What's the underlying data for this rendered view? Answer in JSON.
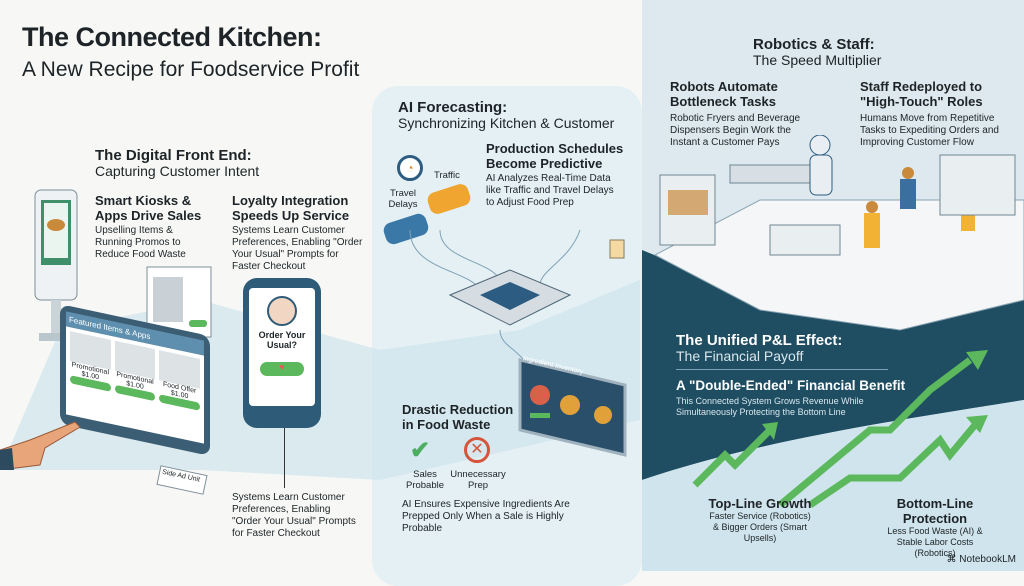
{
  "title": {
    "main": "The Connected Kitchen:",
    "subtitle": "A New Recipe for Foodservice Profit"
  },
  "front_end": {
    "heading": "The Digital Front End:",
    "subheading": "Capturing Customer Intent",
    "kiosks": {
      "title": "Smart Kiosks & Apps Drive Sales",
      "body": "Upselling Items & Running Promos to Reduce Food Waste"
    },
    "loyalty": {
      "title": "Loyalty Integration Speeds Up Service",
      "body": "Systems Learn Customer Preferences, Enabling \"Order Your Usual\" Prompts for Faster Checkout"
    },
    "tablet": {
      "header": "Featured Items & Apps",
      "items": [
        {
          "name": "Promotional",
          "price": "$1.00"
        },
        {
          "name": "Promotional",
          "price": "$1.00"
        },
        {
          "name": "Food Offer",
          "price": "$1.00"
        }
      ],
      "side_ad": "Side Ad Unit"
    },
    "phone": {
      "prompt": "Order Your Usual?"
    },
    "callout": "Systems Learn Customer Preferences, Enabling \"Order Your Usual\" Prompts for Faster Checkout"
  },
  "ai": {
    "heading": "AI Forecasting:",
    "subheading": "Synchronizing Kitchen & Customer",
    "predictive": {
      "title": "Production Schedules Become Predictive",
      "body": "AI Analyzes Real-Time Data like Traffic and Travel Delays to Adjust Food Prep"
    },
    "labels": {
      "traffic": "Traffic",
      "travel": "Travel Delays"
    },
    "waste": {
      "title": "Drastic Reduction in Food Waste",
      "sales": "Sales Probable",
      "unnecessary": "Unnecessary Prep",
      "body": "AI Ensures Expensive Ingredients Are Prepped Only When a Sale is Highly Probable"
    },
    "monitor_title": "Ingredient Inventory"
  },
  "robotics": {
    "heading": "Robotics & Staff:",
    "subheading": "The Speed Multiplier",
    "robots": {
      "title": "Robots Automate Bottleneck Tasks",
      "body": "Robotic Fryers and Beverage Dispensers Begin Work the Instant a Customer Pays"
    },
    "staff": {
      "title": "Staff Redeployed to \"High-Touch\" Roles",
      "body": "Humans Move from Repetitive Tasks to Expediting Orders and Improving Customer Flow"
    }
  },
  "pl": {
    "heading": "The Unified P&L Effect:",
    "subheading": "The Financial Payoff",
    "benefit": {
      "title": "A \"Double-Ended\" Financial Benefit",
      "body": "This Connected System Grows Revenue While Simultaneously Protecting the Bottom Line"
    },
    "top": {
      "title": "Top-Line Growth",
      "body": "Faster Service (Robotics) & Bigger Orders (Smart Upsells)"
    },
    "bottom": {
      "title": "Bottom-Line Protection",
      "body": "Less Food Waste (AI) & Stable Labor Costs (Robotics)"
    }
  },
  "brand": "NotebookLM",
  "colors": {
    "dark_teal": "#1f4e63",
    "green": "#5cb85c",
    "light_blue": "#dde9ee"
  }
}
